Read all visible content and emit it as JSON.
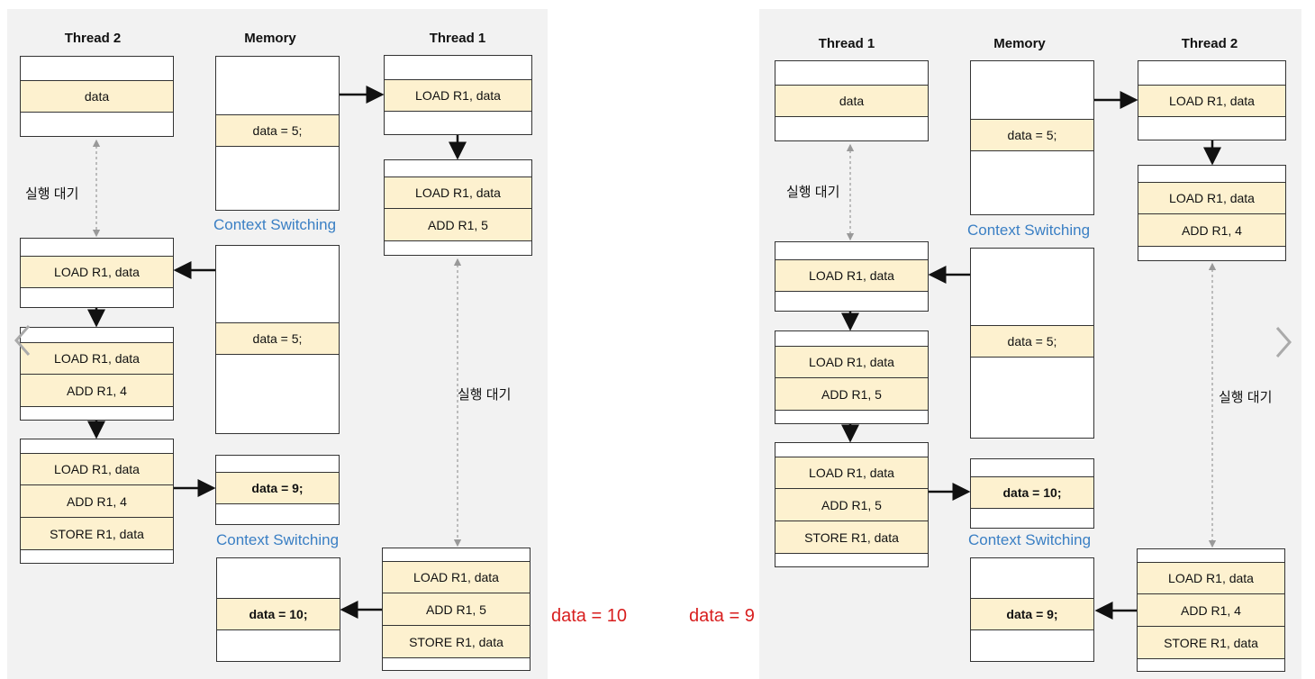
{
  "left": {
    "headers": {
      "col1": "Thread 2",
      "col2": "Memory",
      "col3": "Thread 1"
    },
    "thread2_box1": [
      "data"
    ],
    "wait_label": "실행 대기",
    "thread2_box2": [
      "LOAD R1, data"
    ],
    "thread2_box3": [
      "LOAD R1, data",
      "ADD R1, 4"
    ],
    "thread2_box4": [
      "LOAD R1, data",
      "ADD R1, 4",
      "STORE R1, data"
    ],
    "memory_box1": [
      "data = 5;"
    ],
    "context_switch_1": "Context Switching",
    "memory_box2": [
      "data = 5;"
    ],
    "memory_box3": [
      "data = 9;"
    ],
    "context_switch_2": "Context Switching",
    "memory_box4": [
      "data = 10;"
    ],
    "thread1_box1": [
      "LOAD R1, data"
    ],
    "thread1_box2": [
      "LOAD R1, data",
      "ADD R1, 5"
    ],
    "thread1_wait_label": "실행 대기",
    "thread1_box3": [
      "LOAD R1, data",
      "ADD R1, 5",
      "STORE R1, data"
    ],
    "result": "data = 10"
  },
  "right": {
    "headers": {
      "col1": "Thread 1",
      "col2": "Memory",
      "col3": "Thread 2"
    },
    "thread1_box1": [
      "data"
    ],
    "wait_label": "실행 대기",
    "thread1_box2": [
      "LOAD R1, data"
    ],
    "thread1_box3": [
      "LOAD R1, data",
      "ADD R1, 5"
    ],
    "thread1_box4": [
      "LOAD R1, data",
      "ADD R1, 5",
      "STORE R1, data"
    ],
    "memory_box1": [
      "data = 5;"
    ],
    "context_switch_1": "Context Switching",
    "memory_box2": [
      "data = 5;"
    ],
    "memory_box3": [
      "data = 10;"
    ],
    "context_switch_2": "Context Switching",
    "memory_box4": [
      "data = 9;"
    ],
    "thread2_box1": [
      "LOAD R1, data"
    ],
    "thread2_box2": [
      "LOAD R1, data",
      "ADD R1, 4"
    ],
    "thread2_wait_label": "실행 대기",
    "thread2_box3": [
      "LOAD R1, data",
      "ADD R1, 4",
      "STORE R1, data"
    ],
    "result": "data = 9"
  },
  "colors": {
    "row_fill": "#fdf1cf",
    "context_switch": "#3a7fc4",
    "result": "#d81e1e",
    "panel": "#f2f2f2"
  },
  "nav": {
    "prev_icon": "chevron-left-icon",
    "next_icon": "chevron-right-icon"
  }
}
